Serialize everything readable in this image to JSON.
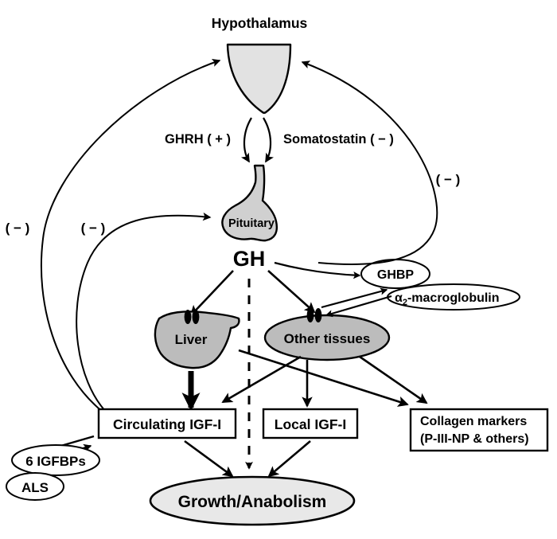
{
  "figure": {
    "title": "GH / IGF-I axis regulation diagram",
    "background": "#ffffff",
    "stroke": "#000000"
  },
  "colors": {
    "organ_gray": "#bcbcbc",
    "pale_gray": "#e2e2e2",
    "growth_gray": "#e8e8e8",
    "white": "#ffffff",
    "black": "#000000"
  },
  "nodes": {
    "hypothalamus": {
      "label": "Hypothalamus",
      "shape": "funnel",
      "fill": "#e2e2e2"
    },
    "pituitary": {
      "label": "Pituitary",
      "shape": "gland",
      "fill": "#d0d0d0"
    },
    "gh": {
      "label": "GH",
      "shape": "text"
    },
    "liver": {
      "label": "Liver",
      "shape": "organ",
      "fill": "#bcbcbc"
    },
    "other_tissues": {
      "label": "Other tissues",
      "shape": "ellipse",
      "fill": "#bcbcbc"
    },
    "ghbp": {
      "label": "GHBP",
      "shape": "ellipse",
      "fill": "#ffffff"
    },
    "a2_macroglobulin": {
      "label": "-macroglobulin",
      "prefix": "α",
      "subscript": "2",
      "shape": "ellipse",
      "fill": "#ffffff"
    },
    "circulating_igf1": {
      "label": "Circulating IGF-I",
      "shape": "box",
      "fill": "#ffffff"
    },
    "local_igf1": {
      "label": "Local IGF-I",
      "shape": "box",
      "fill": "#ffffff"
    },
    "collagen_markers": {
      "label_line1": "Collagen markers",
      "label_line2": "(P-III-NP & others)",
      "shape": "box",
      "fill": "#ffffff"
    },
    "igfbps": {
      "label": "6 IGFBPs",
      "shape": "ellipse",
      "fill": "#ffffff"
    },
    "als": {
      "label": "ALS",
      "shape": "ellipse",
      "fill": "#ffffff"
    },
    "growth_anabolism": {
      "label": "Growth/Anabolism",
      "shape": "ellipse",
      "fill": "#e8e8e8"
    }
  },
  "edge_labels": {
    "ghrh": "GHRH ( + )",
    "somatostatin": "Somatostatin ( − )",
    "neg_far_left": "( − )",
    "neg_left": "( − )",
    "neg_right": "( − )"
  }
}
